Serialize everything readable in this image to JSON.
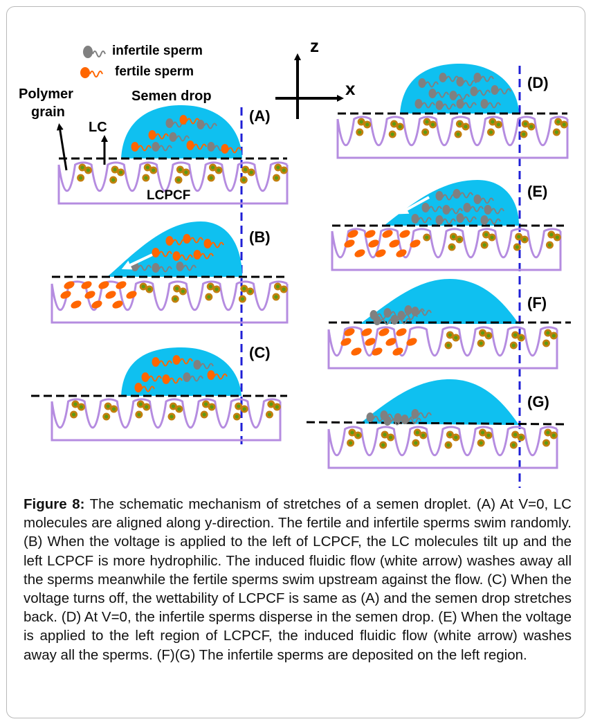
{
  "legend": {
    "infertile": "infertile sperm",
    "fertile": "fertile sperm"
  },
  "labels": {
    "polymer_line1": "Polymer",
    "polymer_line2": "grain",
    "lc": "LC",
    "semen_drop": "Semen drop",
    "lcpcf": "LCPCF",
    "axis_z": "z",
    "axis_x": "x"
  },
  "panels": [
    {
      "id": "A",
      "label": "(A)"
    },
    {
      "id": "B",
      "label": "(B)"
    },
    {
      "id": "C",
      "label": "(C)"
    },
    {
      "id": "D",
      "label": "(D)"
    },
    {
      "id": "E",
      "label": "(E)"
    },
    {
      "id": "F",
      "label": "(F)"
    },
    {
      "id": "G",
      "label": "(G)"
    }
  ],
  "colors": {
    "drop": "#0fc0f0",
    "film": "#b58ce0",
    "grain": "#c2800e",
    "grain_center": "#5d9a12",
    "fertile": "#ff6600",
    "infertile": "#808080",
    "dashed_axis": "#1f1fd6"
  },
  "caption": {
    "label": "Figure 8:",
    "text": " The schematic mechanism of stretches of a semen droplet. (A) At V=0, LC molecules are aligned along y-direction. The fertile and infertile sperms swim randomly. (B) When the voltage is applied to the left of LCPCF, the LC molecules tilt up and the left LCPCF is more hydrophilic. The induced fluidic flow (white arrow) washes away all the sperms meanwhile the fertile sperms swim upstream against the flow. (C) When the voltage turns off, the wettability of LCPCF is same as (A) and the semen drop stretches back. (D) At V=0, the infertile sperms disperse in the semen drop. (E) When the voltage is applied to the left region of LCPCF, the induced fluidic flow (white arrow) washes away all the sperms. (F)(G) The infertile sperms are deposited on the left region."
  }
}
